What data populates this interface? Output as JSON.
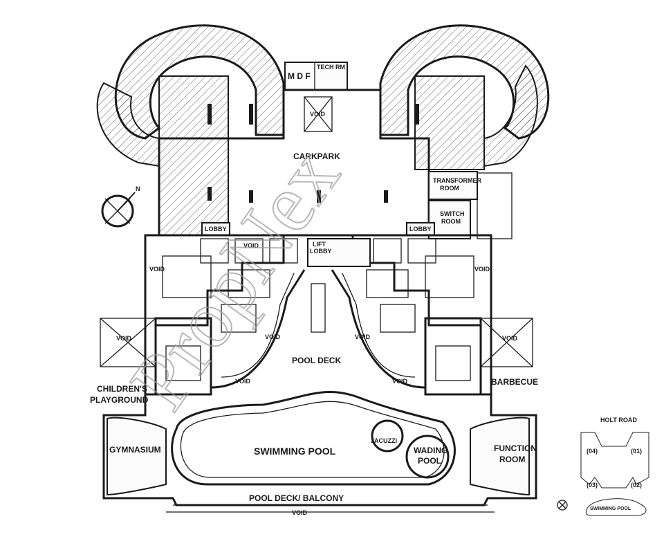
{
  "plan": {
    "labels": {
      "mdf": "M D F",
      "tech_rm": "TECH RM",
      "void_top": "VOID",
      "carpark": "CARKPARK",
      "transformer_room": [
        "TRANSFORMER",
        "ROOM"
      ],
      "switch_room": [
        "SWITCH",
        "ROOM"
      ],
      "lobby_left": "LOBBY",
      "lobby_right": "LOBBY",
      "void_center": "VOID",
      "lift_lobby": [
        "LIFT",
        "LOBBY"
      ],
      "void_left_wing": "VOID",
      "void_right_wing": "VOID",
      "void_left_mid": "VOID",
      "void_right_mid": "VOID",
      "void_left_curve": "VOID",
      "void_right_curve": "VOID",
      "void_left_lower": "VOID",
      "void_right_lower": "VOID",
      "pool_deck": "POOL DECK",
      "childrens_playground": [
        "CHILDREN'S",
        "PLAYGROUND"
      ],
      "barbecue": "BARBECUE",
      "gymnasium": "GYMNASIUM",
      "swimming_pool": "SWIMMING POOL",
      "jacuzzi": "JACUZZI",
      "wading_pool": [
        "WADING",
        "POOL"
      ],
      "function_room": [
        "FUNCTION",
        "ROOM"
      ],
      "pool_deck_balcony": "POOL DECK/ BALCONY",
      "void_bottom": "VOID"
    },
    "watermark": "PropNex"
  },
  "key_plan": {
    "road": "HOLT ROAD",
    "blocks": [
      "(04)",
      "(01)",
      "(03)",
      "(02)"
    ],
    "pool": "SWIMMING POOL"
  },
  "colors": {
    "ink": "#1a1a1a",
    "paper": "#ffffff",
    "watermark": "#9a9a9a"
  }
}
